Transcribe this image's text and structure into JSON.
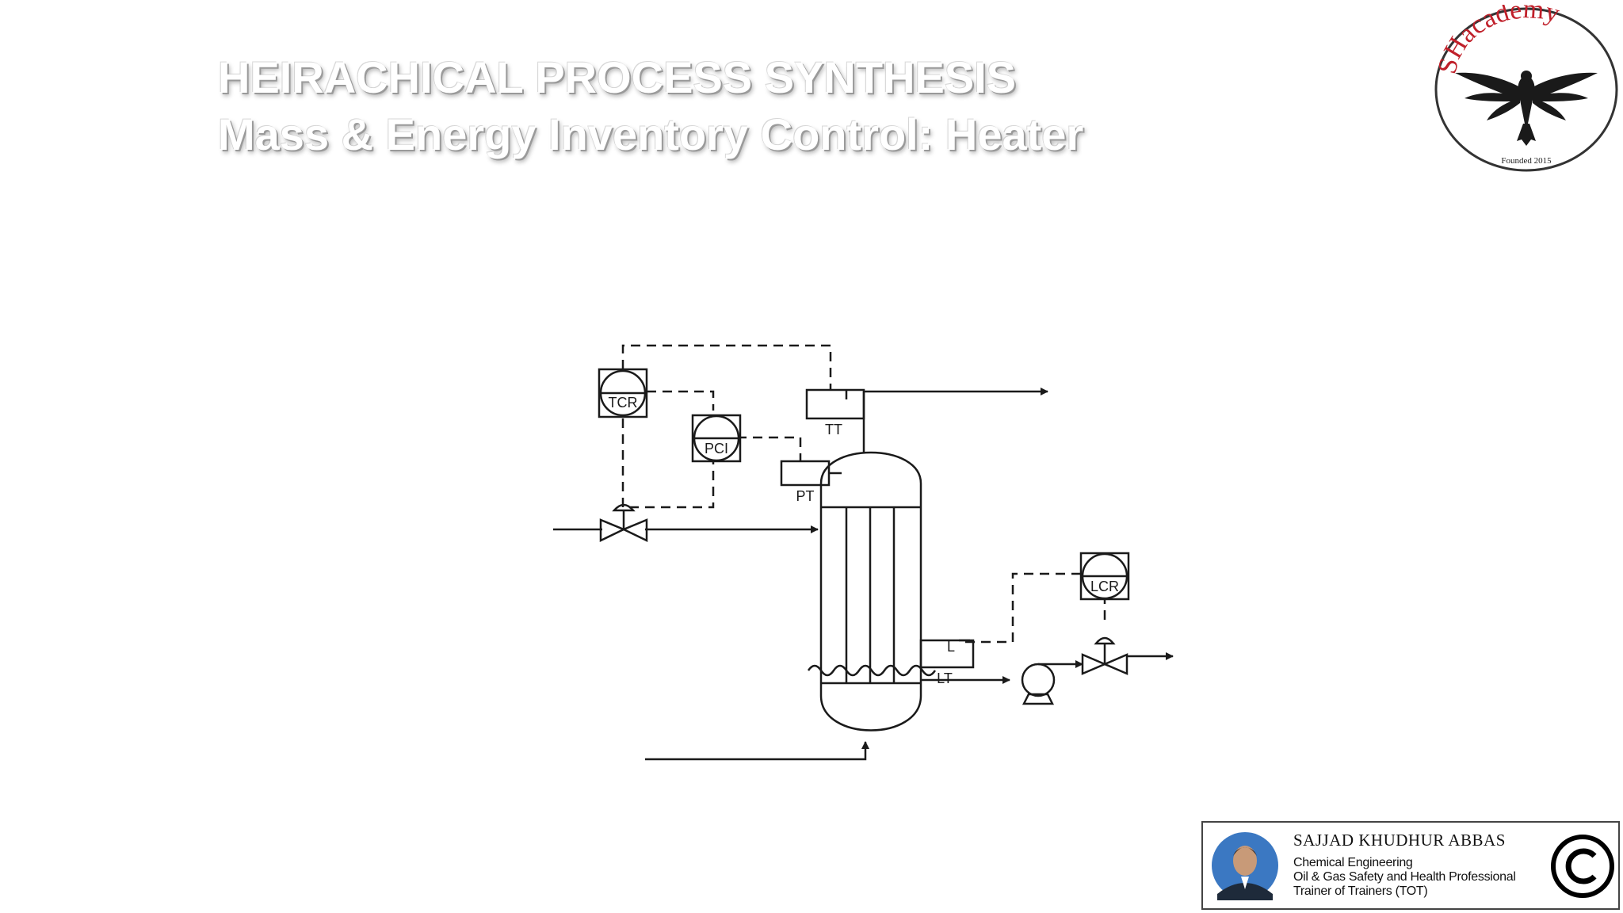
{
  "slide": {
    "title_line1": "HEIRACHICAL PROCESS SYNTHESIS",
    "title_line2": "Mass & Energy Inventory Control: Heater"
  },
  "logo": {
    "name": "SHacademy",
    "founded": "Founded 2015",
    "icon": "eagle-icon"
  },
  "diagram": {
    "instruments": {
      "tcr": "TCR",
      "pci": "PCI",
      "lcr": "LCR",
      "tt": "TT",
      "pt": "PT",
      "lt": "LT",
      "l": "L"
    },
    "colors": {
      "line": "#1a1a1a"
    }
  },
  "author": {
    "name": "SAJJAD KHUDHUR ABBAS",
    "line1": "Chemical Engineering",
    "line2": "Oil & Gas Safety and Health Professional",
    "line3": "Trainer of Trainers (TOT)",
    "copyright_icon": "copyright-icon"
  }
}
